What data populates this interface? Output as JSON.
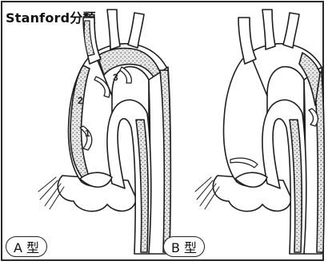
{
  "title": "Stanford分類",
  "labels": {
    "type_a": "A 型",
    "type_b": "B 型"
  },
  "markers": [
    "1",
    "2",
    "3"
  ],
  "colors": {
    "stroke": "#1e1e1e",
    "dissection_fill": "#d9d9d9",
    "border": "#2a2a2a"
  }
}
